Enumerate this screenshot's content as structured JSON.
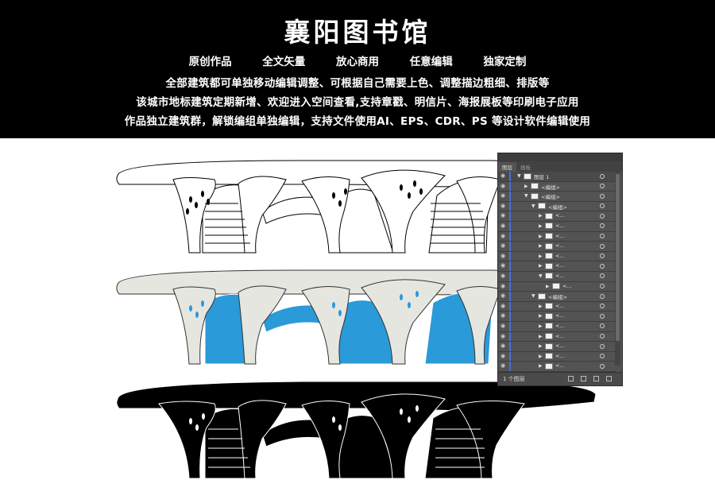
{
  "banner": {
    "title": "襄阳图书馆",
    "features": [
      "原创作品",
      "全文矢量",
      "放心商用",
      "任意编辑",
      "独家定制"
    ],
    "lines": [
      "全部建筑都可单独移动编辑调整、可根据自己需要上色、调整描边粗细、排版等",
      "该城市地标建筑定期新增、欢迎进入空间查看,支持章戳、明信片、海报展板等印刷电子应用",
      "作品独立建筑群，解锁编组单独编辑，支持文件使用AI、EPS、CDR、PS 等设计软件编辑使用"
    ]
  },
  "colors": {
    "banner_bg": "#000000",
    "glass_blue": "#2a9ad8",
    "shell_gray": "#e6e6e1",
    "panel_bg": "#535353"
  },
  "layers_panel": {
    "tabs": [
      "图层",
      "画板"
    ],
    "rows": [
      {
        "label": "图层 1",
        "level": 0,
        "expanded": true
      },
      {
        "label": "<编组>",
        "level": 1,
        "expanded": false
      },
      {
        "label": "<编组>",
        "level": 1,
        "expanded": true
      },
      {
        "label": "<编组>",
        "level": 2,
        "expanded": true
      },
      {
        "label": "<...",
        "level": 3,
        "expanded": false
      },
      {
        "label": "<...",
        "level": 3,
        "expanded": false
      },
      {
        "label": "<...",
        "level": 3,
        "expanded": false
      },
      {
        "label": "<...",
        "level": 3,
        "expanded": false
      },
      {
        "label": "<...",
        "level": 3,
        "expanded": false
      },
      {
        "label": "<...",
        "level": 3,
        "expanded": false
      },
      {
        "label": "<...",
        "level": 3,
        "expanded": true
      },
      {
        "label": "<...",
        "level": 4,
        "expanded": false
      },
      {
        "label": "<编组>",
        "level": 2,
        "expanded": true
      },
      {
        "label": "<...",
        "level": 3,
        "expanded": false
      },
      {
        "label": "<...",
        "level": 3,
        "expanded": false
      },
      {
        "label": "<...",
        "level": 3,
        "expanded": false
      },
      {
        "label": "<...",
        "level": 3,
        "expanded": false
      },
      {
        "label": "<...",
        "level": 3,
        "expanded": false
      },
      {
        "label": "<...",
        "level": 3,
        "expanded": false
      },
      {
        "label": "<...",
        "level": 3,
        "expanded": false
      },
      {
        "label": "<...",
        "level": 3,
        "expanded": false
      }
    ],
    "footer_count": "1 个图层"
  }
}
